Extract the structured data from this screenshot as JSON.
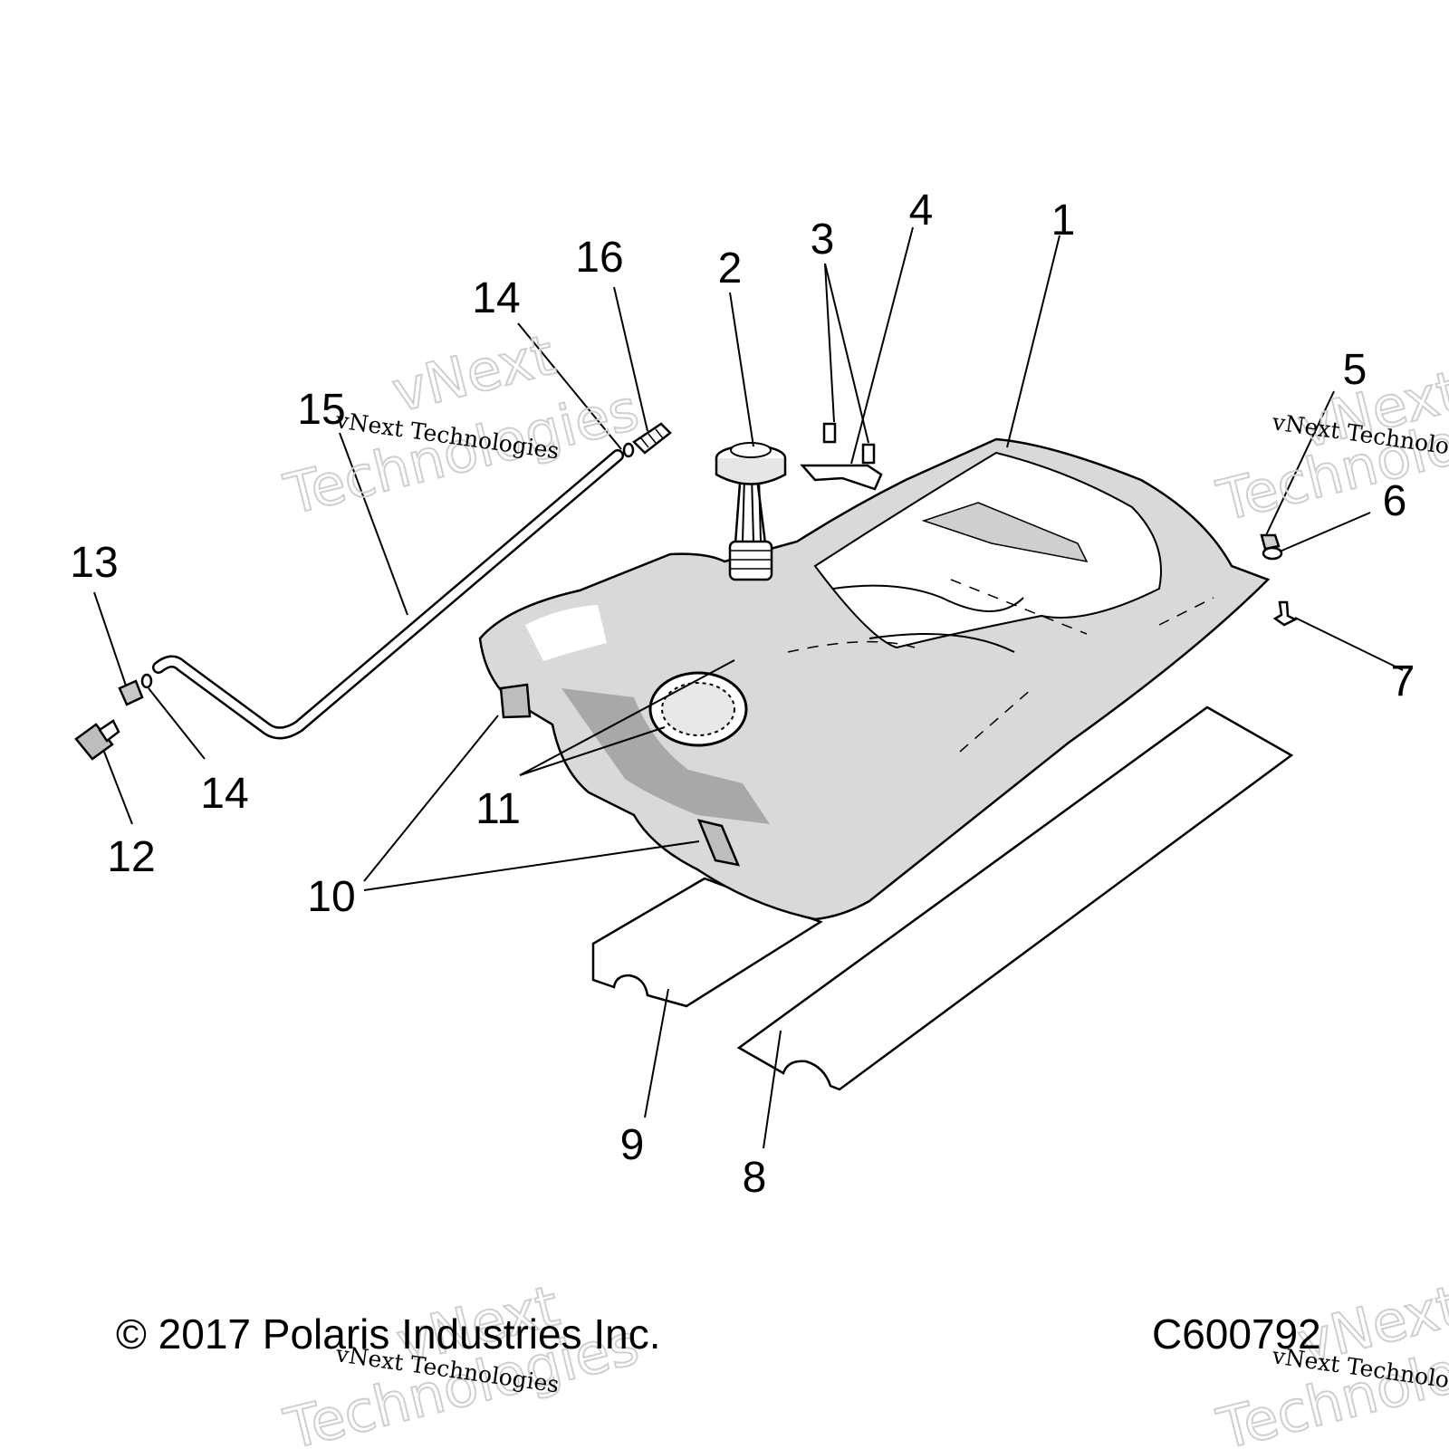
{
  "callouts": {
    "c1": "1",
    "c2": "2",
    "c3": "3",
    "c4": "4",
    "c5": "5",
    "c6": "6",
    "c7": "7",
    "c8": "8",
    "c9": "9",
    "c10": "10",
    "c11": "11",
    "c12": "12",
    "c13": "13",
    "c14": "14",
    "c15": "15",
    "c16": "16"
  },
  "footer": {
    "copyright": "© 2017 Polaris Industries Inc.",
    "figure_code": "C600792"
  },
  "watermark": {
    "line1": "vNext",
    "line2": "Technologies",
    "small": "vNext Technologies"
  }
}
